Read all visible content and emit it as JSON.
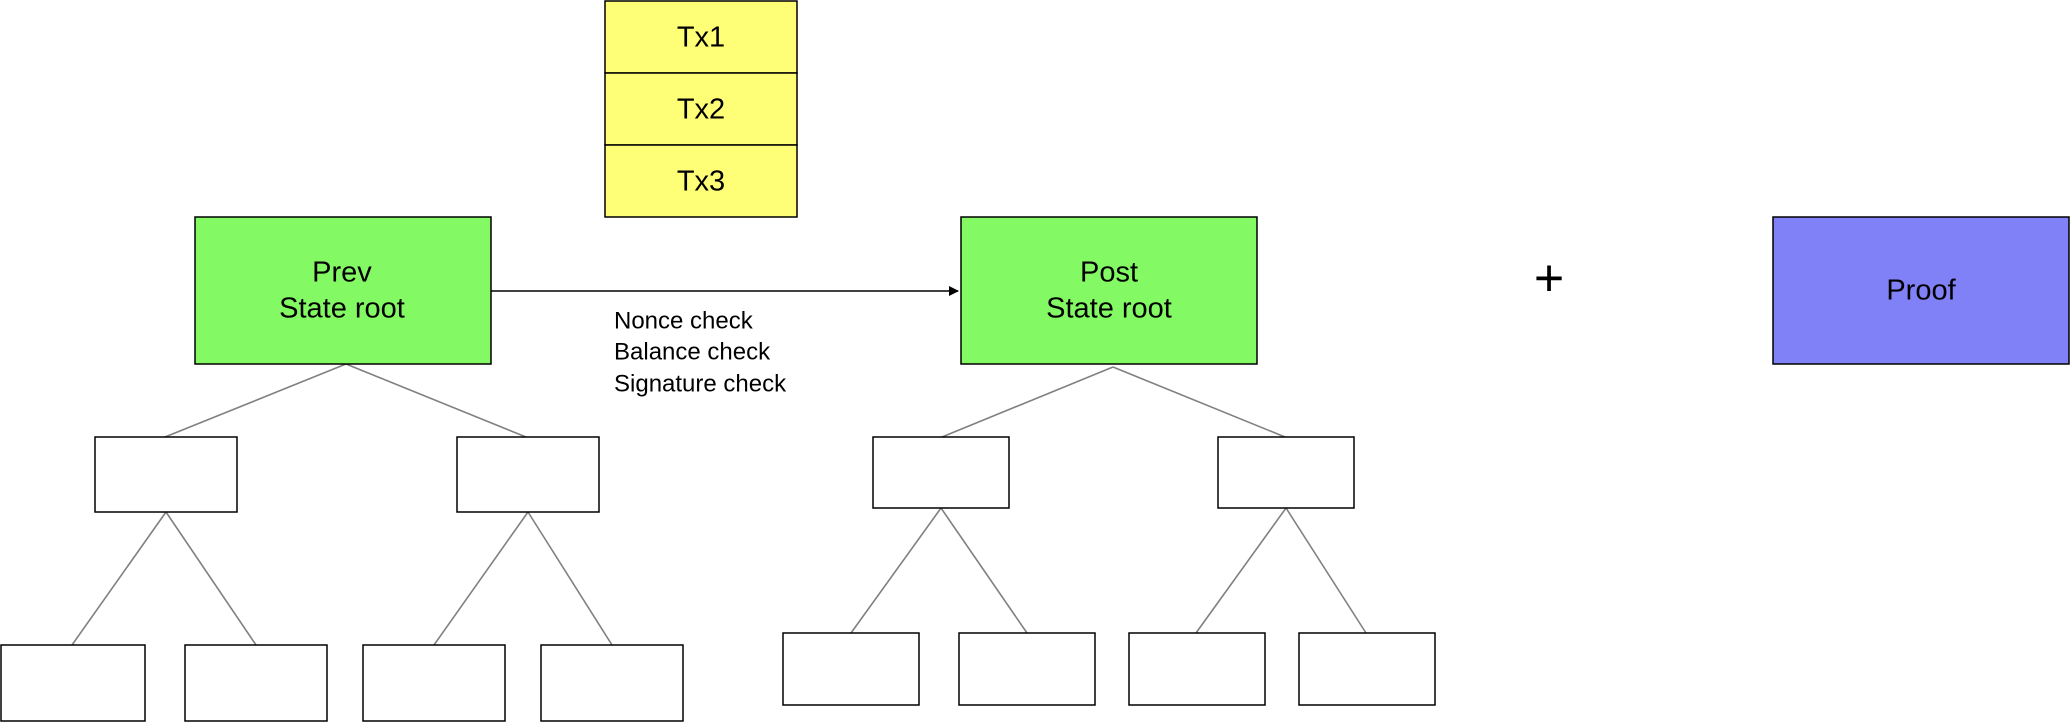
{
  "transactions": {
    "items": [
      {
        "label": "Tx1"
      },
      {
        "label": "Tx2"
      },
      {
        "label": "Tx3"
      }
    ],
    "fill": "#ffff77"
  },
  "prev_root": {
    "line1": "Prev",
    "line2": "State root",
    "fill": "#83f963"
  },
  "post_root": {
    "line1": "Post",
    "line2": "State root",
    "fill": "#83f963"
  },
  "checks": {
    "items": [
      {
        "label": "Nonce check"
      },
      {
        "label": "Balance check"
      },
      {
        "label": "Signature check"
      }
    ]
  },
  "plus": {
    "label": "+"
  },
  "proof": {
    "label": "Proof",
    "fill": "#8080f7"
  },
  "colors": {
    "stroke": "#000000",
    "edge": "#808080"
  }
}
